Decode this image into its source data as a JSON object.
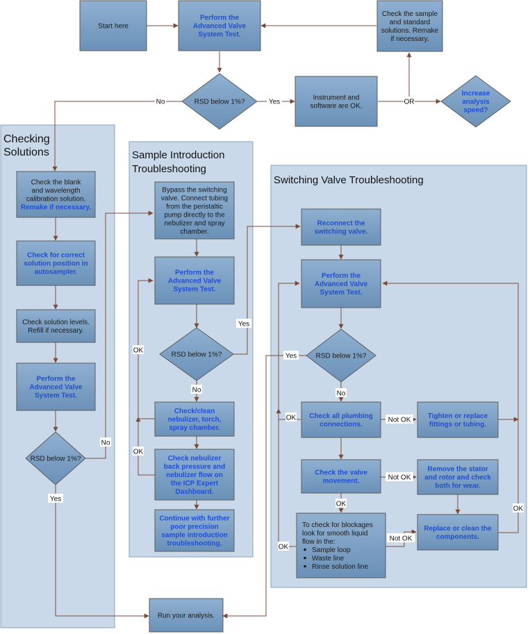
{
  "lanes": {
    "checking": [
      "Checking",
      "Solutions"
    ],
    "sample_intro": [
      "Sample Introduction",
      "Troubleshooting"
    ],
    "switching": [
      "Switching Valve Troubleshooting"
    ]
  },
  "top": {
    "start": [
      "Start here"
    ],
    "perform_test": [
      "Perform the",
      "Advanced Valve",
      "System Test."
    ],
    "check_sample": [
      "Check the sample",
      "and standard",
      "solutions. Remake",
      "if necessary."
    ],
    "rsd": [
      "RSD below 1%?"
    ],
    "instrument_ok": [
      "Instrument and",
      "software are OK."
    ],
    "increase_speed": [
      "Increase",
      "analysis",
      "speed?"
    ]
  },
  "checking": {
    "check_blank_black": [
      "Check the blank",
      "and wavelength",
      "calibration solution."
    ],
    "check_blank_blue": "Remake if necessary.",
    "check_position": [
      "Check for correct",
      "solution position in",
      "autosampler."
    ],
    "check_levels": [
      "Check solution levels.",
      "Refill if necessary."
    ],
    "perform_test": [
      "Perform the",
      "Advanced Valve",
      "System Test."
    ],
    "rsd": [
      "RSD below 1%?"
    ]
  },
  "sample": {
    "bypass": [
      "Bypass the switching",
      "valve. Connect tubing",
      "from the peristaltic",
      "pump directly to the",
      "nebulizer and spray",
      "chamber."
    ],
    "perform_test": [
      "Perform the",
      "Advanced Valve",
      "System Test."
    ],
    "rsd": [
      "RSD below 1%?"
    ],
    "check_clean": [
      "Check/clean",
      "nebulizer, torch,",
      "spray chamber."
    ],
    "check_nebulizer": [
      "Check nebulizer",
      "back pressure and",
      "nebulizer flow on",
      "the ICP Expert",
      "Dashboard."
    ],
    "continue": [
      "Continue with further",
      "poor precision",
      "sample introduction",
      "troubleshooting."
    ]
  },
  "switching": {
    "reconnect": [
      "Reconnect the",
      "switching valve."
    ],
    "perform_test": [
      "Perform the",
      "Advanced Valve",
      "System Test."
    ],
    "rsd": [
      "RSD below 1%?"
    ],
    "check_plumbing": [
      "Check all plumbing",
      "connections."
    ],
    "tighten": [
      "Tighten or replace",
      "fittings or tubing."
    ],
    "check_valve": [
      "Check the valve",
      "movement."
    ],
    "remove_stator": [
      "Remove the stator",
      "and rotor and check",
      "both for wear."
    ],
    "blockage_intro": [
      "To check for blockages",
      "look for smooth liquid",
      "flow in the:"
    ],
    "blockage_items": [
      "Sample loop",
      "Waste line",
      "Rinse solution line"
    ],
    "replace_clean": [
      "Replace or clean the",
      "components."
    ]
  },
  "run": [
    "Run your analysis."
  ],
  "edge_labels": {
    "no": "No",
    "yes": "Yes",
    "or": "OR",
    "ok": "OK",
    "not_ok": "Not OK"
  },
  "colors": {
    "box_fill": "#6f95bb",
    "box_stroke": "#555555",
    "lane_fill": "#c9d9ea",
    "lane_stroke": "#8aa2bb",
    "arrow": "#7a4a3a",
    "blue_text": "#1f4fd6"
  }
}
